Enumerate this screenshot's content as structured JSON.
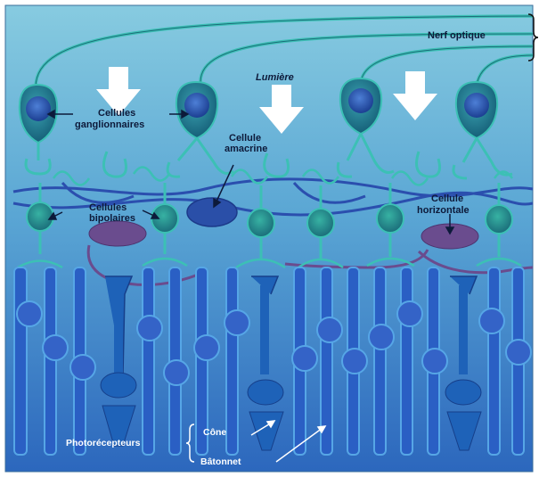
{
  "labels": {
    "optic_nerve": "Nerf optique",
    "light": "Lumière",
    "ganglion_line1": "Cellules",
    "ganglion_line2": "ganglionnaires",
    "amacrine_line1": "Cellule",
    "amacrine_line2": "amacrine",
    "bipolar_line1": "Cellules",
    "bipolar_line2": "bipolaires",
    "horizontal_line1": "Cellule",
    "horizontal_line2": "horizontale",
    "photoreceptors": "Photorécepteurs",
    "cone": "Cône",
    "rod": "Bâtonnet"
  },
  "colors": {
    "background_top": "#7fc3d9",
    "background_bottom": "#2f6fc0",
    "ganglion_cell": "#1f7c86",
    "bipolar_cell": "#2e9a93",
    "amacrine_cell": "#2a4fa8",
    "horizontal_cell": "#6a4c8e",
    "photoreceptor": "#2a5fc4",
    "cone": "#1e62b8",
    "light_arrow": "#ffffff",
    "fiber": "#3cc0b5"
  }
}
